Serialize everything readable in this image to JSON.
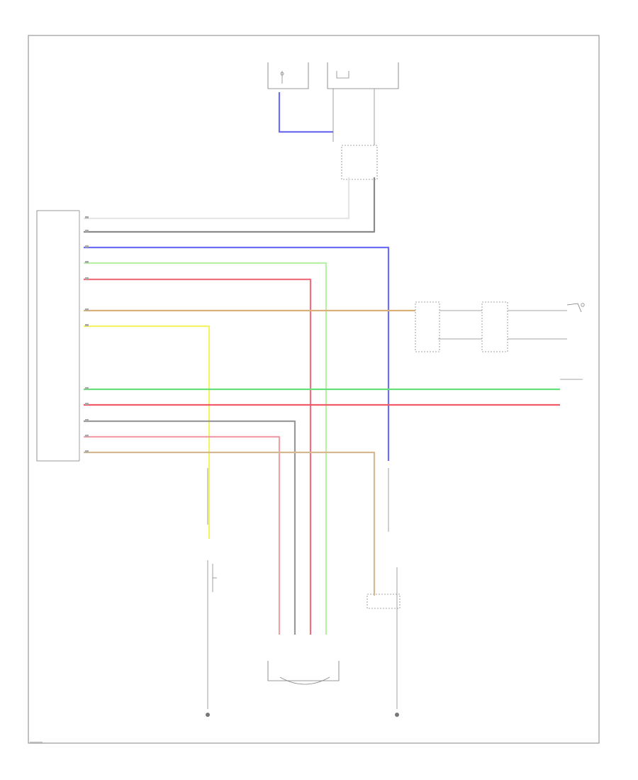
{
  "colors": {
    "white": "#e6e6e6",
    "black": "#8a8a8a",
    "blue": "#6e6ef2",
    "green": "#b8f0a8",
    "red": "#f07080",
    "orange": "#d9b07a",
    "yellow": "#f5f26a",
    "bright_green": "#66e07a",
    "bright_red": "#f25a6a",
    "gray": "#9a9a9a",
    "pink": "#f0a0a8",
    "tan": "#d6b890",
    "label_gray": "#555555"
  },
  "wires": [
    {
      "name": "white-wire",
      "color": "white"
    },
    {
      "name": "black-wire",
      "color": "black"
    },
    {
      "name": "blue-wire",
      "color": "blue"
    },
    {
      "name": "green-wire",
      "color": "green"
    },
    {
      "name": "red-wire",
      "color": "red"
    },
    {
      "name": "orange-wire",
      "color": "orange"
    },
    {
      "name": "yellow-wire",
      "color": "yellow"
    },
    {
      "name": "bright-green-wire",
      "color": "bright_green"
    },
    {
      "name": "bright-red-wire",
      "color": "bright_red"
    },
    {
      "name": "gray-wire",
      "color": "gray"
    },
    {
      "name": "pink-wire",
      "color": "pink"
    },
    {
      "name": "tan-wire",
      "color": "tan"
    }
  ]
}
